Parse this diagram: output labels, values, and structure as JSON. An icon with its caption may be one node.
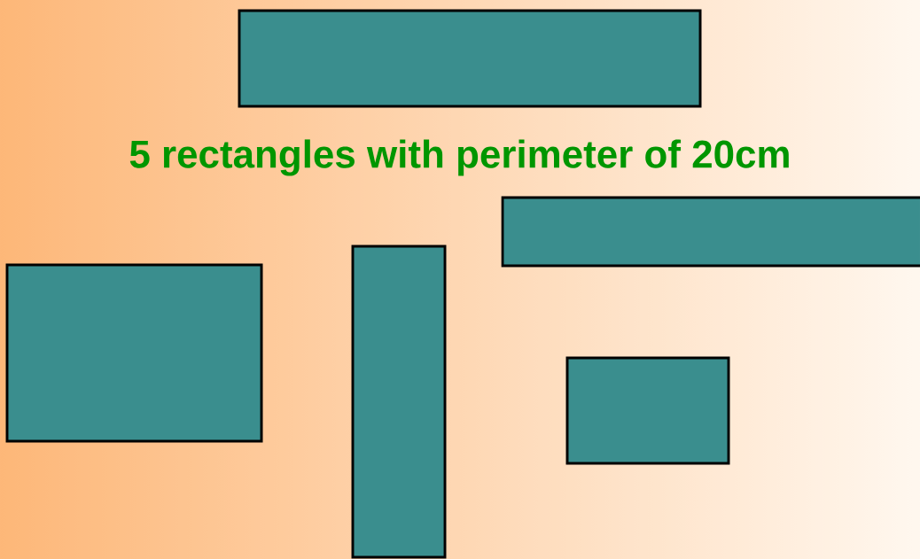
{
  "diagram": {
    "title": "5 rectangles with perimeter of 20cm",
    "nodes": [
      {
        "text": [],
        "shape": "box"
      },
      {
        "text": [],
        "shape": "box"
      },
      {
        "text": [],
        "shape": "box"
      },
      {
        "text": [],
        "shape": "box"
      },
      {
        "text": [],
        "shape": "box"
      }
    ]
  }
}
